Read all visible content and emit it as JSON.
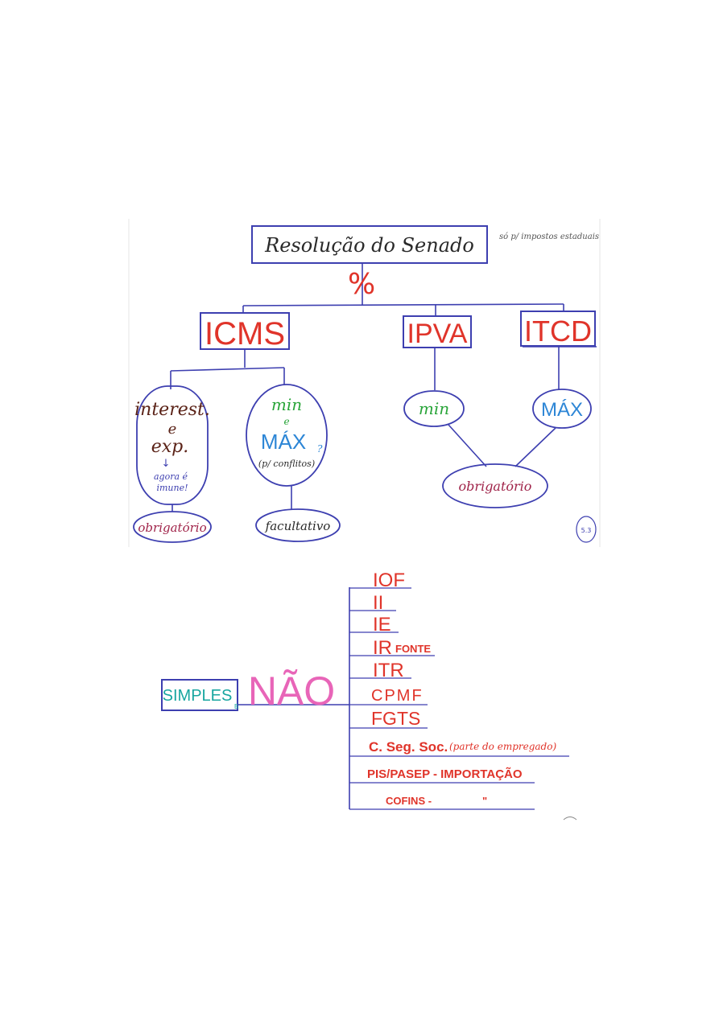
{
  "colors": {
    "line": "#3d3fb0",
    "red": "#e0342a",
    "green": "#2aa53a",
    "blue": "#2d86d6",
    "brown": "#5b2318",
    "maroon": "#a0244a",
    "pink": "#e865b8",
    "teal": "#18a6a0",
    "ink": "#2a2a2a"
  },
  "top": {
    "root": "Resolução do Senado",
    "root_note": "só p/ impostos estaduais",
    "percent": "%",
    "icms": {
      "label": "ICMS",
      "left": {
        "line1": "interest.",
        "line2": "e",
        "line3": "exp.",
        "arrow": "↓",
        "note1": "agora é",
        "note2": "imune!",
        "result": "obrigatório"
      },
      "right": {
        "line1": "min",
        "line2": "e",
        "line3": "MÁX",
        "sup": "?",
        "note": "(p/ conflitos)",
        "result": "facultativo"
      }
    },
    "ipva": {
      "label": "IPVA",
      "value": "min"
    },
    "itcd": {
      "label": "ITCD",
      "value": "MÁX"
    },
    "shared_result": "obrigatório",
    "corner_mark": "5.3"
  },
  "bottom": {
    "simples": "SIMPLES",
    "simples_sub": "B",
    "nao": "NÃO",
    "items": [
      {
        "main": "IOF",
        "note": ""
      },
      {
        "main": "II",
        "note": ""
      },
      {
        "main": "IE",
        "note": ""
      },
      {
        "main": "IR",
        "note": "FONTE"
      },
      {
        "main": "ITR",
        "note": ""
      },
      {
        "main": "CPMF",
        "note": ""
      },
      {
        "main": "FGTS",
        "note": ""
      },
      {
        "main": "C. Seg. Soc.",
        "note": "(parte do empregado)"
      },
      {
        "main": "PIS/PASEP - IMPORTAÇÃO",
        "note": ""
      },
      {
        "main": "COFINS -",
        "note": "\""
      }
    ]
  }
}
